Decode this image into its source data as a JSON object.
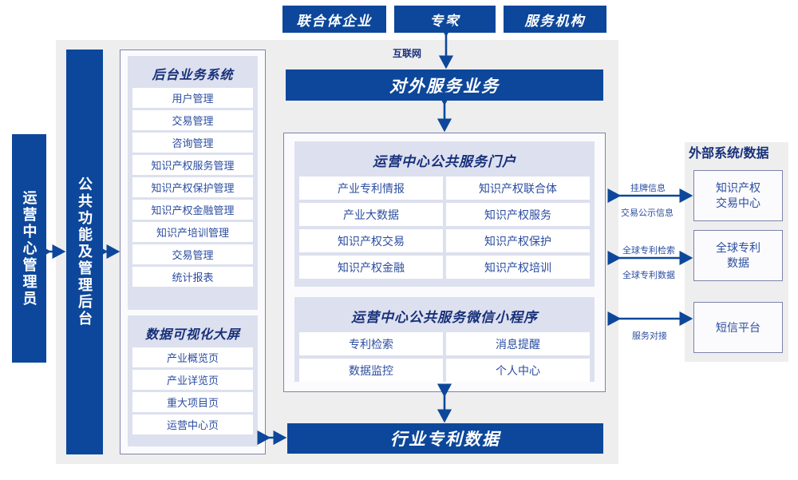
{
  "top_actors": [
    {
      "label": "联合体企业"
    },
    {
      "label": "专家"
    },
    {
      "label": "服务机构"
    }
  ],
  "connectors": {
    "internet_label": "互联网"
  },
  "external_service_bar": {
    "label": "对外服务业务"
  },
  "bottom_bar": {
    "label": "行业专利数据"
  },
  "left_actor": {
    "label": "运营中心管理员"
  },
  "common_backend": {
    "label": "公共功能及管理后台"
  },
  "backoffice": {
    "title": "后台业务系统",
    "items": [
      "用户管理",
      "交易管理",
      "咨询管理",
      "知识产权服务管理",
      "知识产权保护管理",
      "知识产权金融管理",
      "知识产培训管理",
      "交易管理",
      "统计报表"
    ]
  },
  "dataviz": {
    "title": "数据可视化大屏",
    "items": [
      "产业概览页",
      "产业详览页",
      "重大项目页",
      "运营中心页"
    ]
  },
  "portal": {
    "title": "运营中心公共服务门户",
    "items": [
      "产业专利情报",
      "知识产权联合体",
      "产业大数据",
      "知识产权服务",
      "知识产权交易",
      "知识产权保护",
      "知识产权金融",
      "知识产权培训"
    ]
  },
  "miniprogram": {
    "title": "运营中心公共服务微信小程序",
    "items": [
      "专利检索",
      "消息提醒",
      "数据监控",
      "个人中心"
    ]
  },
  "external": {
    "title": "外部系统/数据",
    "cards": [
      {
        "line1": "知识产权",
        "line2": "交易中心"
      },
      {
        "line1": "全球专利",
        "line2": "数据"
      },
      {
        "line1": "短信平台",
        "line2": ""
      }
    ],
    "arrow_labels": [
      {
        "above": "挂牌信息",
        "below": "交易公示信息"
      },
      {
        "above": "全球专利检索",
        "below": "全球专利数据"
      },
      {
        "above": "",
        "below": "服务对接"
      }
    ]
  },
  "colors": {
    "brand_blue": "#0d479b",
    "panel_lavender": "#dde0ee",
    "container_gray": "#eeeeee",
    "border_purple": "#7d83ad",
    "text_blue": "#2b4da0"
  }
}
